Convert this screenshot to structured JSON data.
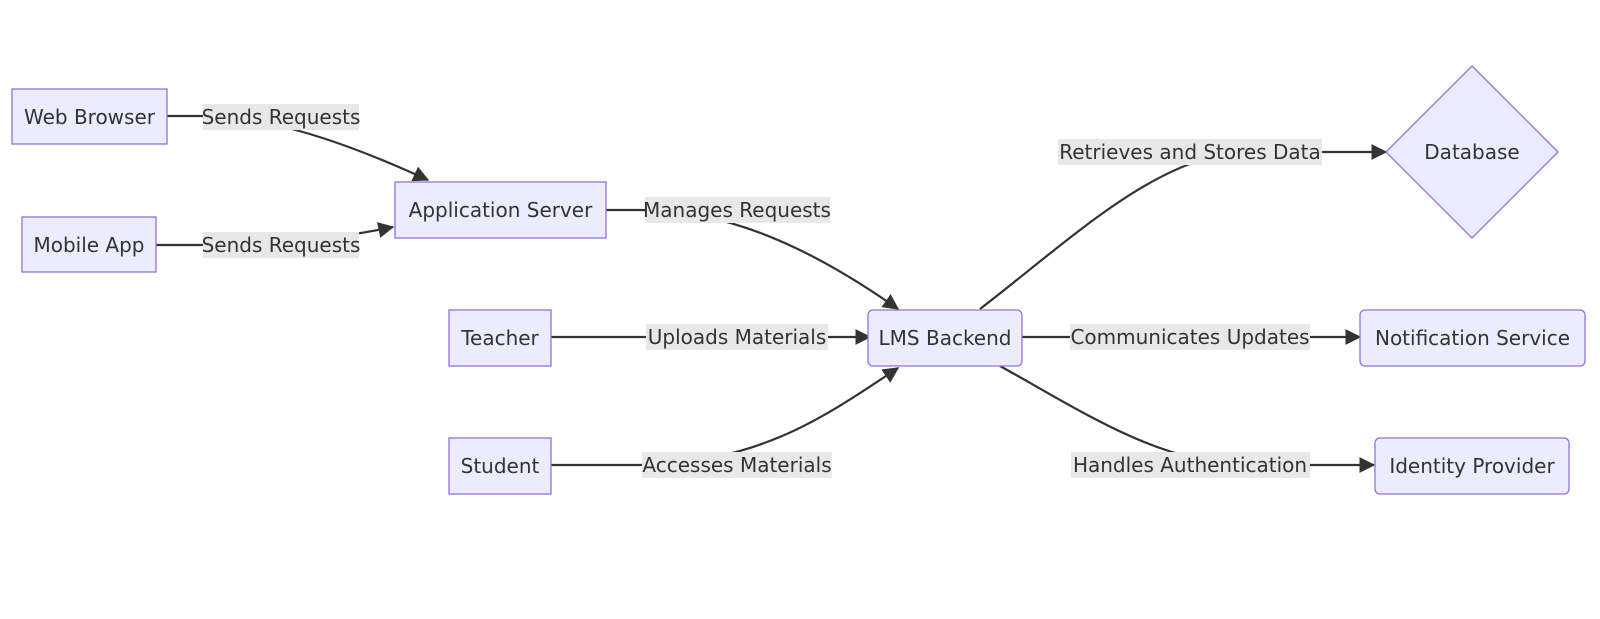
{
  "nodes": {
    "web_browser": "Web Browser",
    "mobile_app": "Mobile App",
    "application_server": "Application Server",
    "teacher": "Teacher",
    "student": "Student",
    "lms_backend": "LMS Backend",
    "database": "Database",
    "notification_service": "Notification Service",
    "identity_provider": "Identity Provider"
  },
  "edges": {
    "browser_to_server": "Sends Requests",
    "mobile_to_server": "Sends Requests",
    "server_to_backend": "Manages Requests",
    "teacher_to_backend": "Uploads Materials",
    "student_to_backend": "Accesses Materials",
    "backend_to_database": "Retrieves and Stores Data",
    "backend_to_notification": "Communicates Updates",
    "backend_to_identity": "Handles Authentication"
  },
  "colors": {
    "node_fill": "#ececff",
    "node_stroke": "#9370db",
    "edge": "#333333",
    "edge_label_bg": "#e8e8e8",
    "text": "#333333"
  }
}
